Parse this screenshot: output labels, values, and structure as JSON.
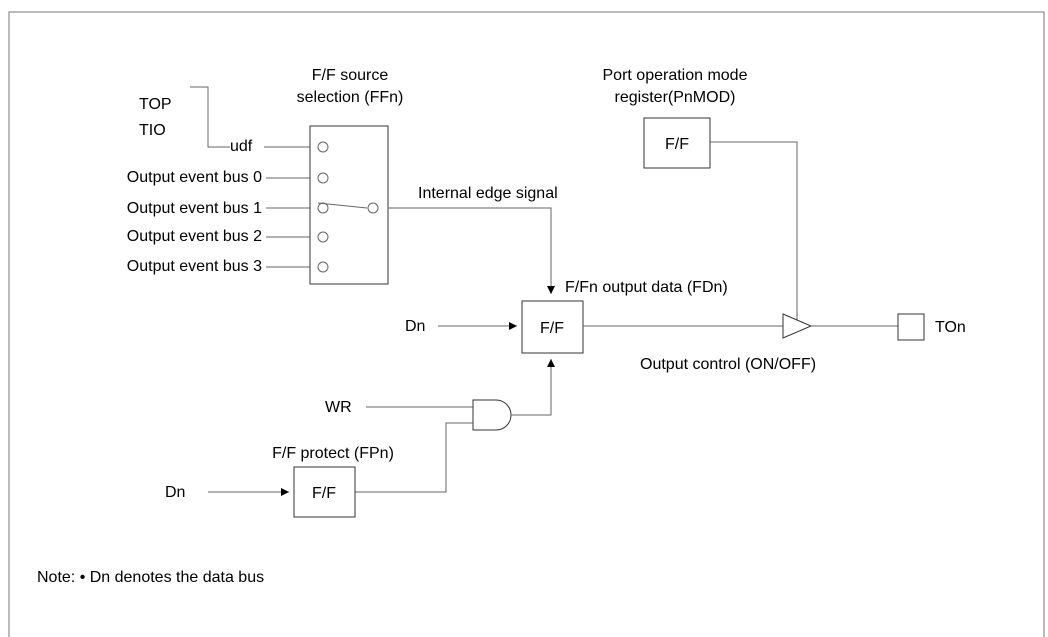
{
  "labels": {
    "top": "TOP",
    "tio": "TIO",
    "udf": "udf",
    "out_bus_0": "Output event bus 0",
    "out_bus_1": "Output event bus 1",
    "out_bus_2": "Output event bus 2",
    "out_bus_3": "Output event bus 3",
    "ff_source_line1": "F/F source",
    "ff_source_line2": "selection (FFn)",
    "internal_edge": "Internal edge signal",
    "port_mode_line1": "Port operation mode",
    "port_mode_line2": "register(PnMOD)",
    "ff_output_data": "F/Fn output data (FDn)",
    "dn_main": "Dn",
    "ff_main": "F/F",
    "ff_port": "F/F",
    "ff_protect_block": "F/F",
    "output_control": "Output control (ON/OFF)",
    "ton": "TOn",
    "wr": "WR",
    "ff_protect": "F/F protect (FPn)",
    "dn_protect": "Dn",
    "note": "Note: • Dn denotes the data bus"
  }
}
